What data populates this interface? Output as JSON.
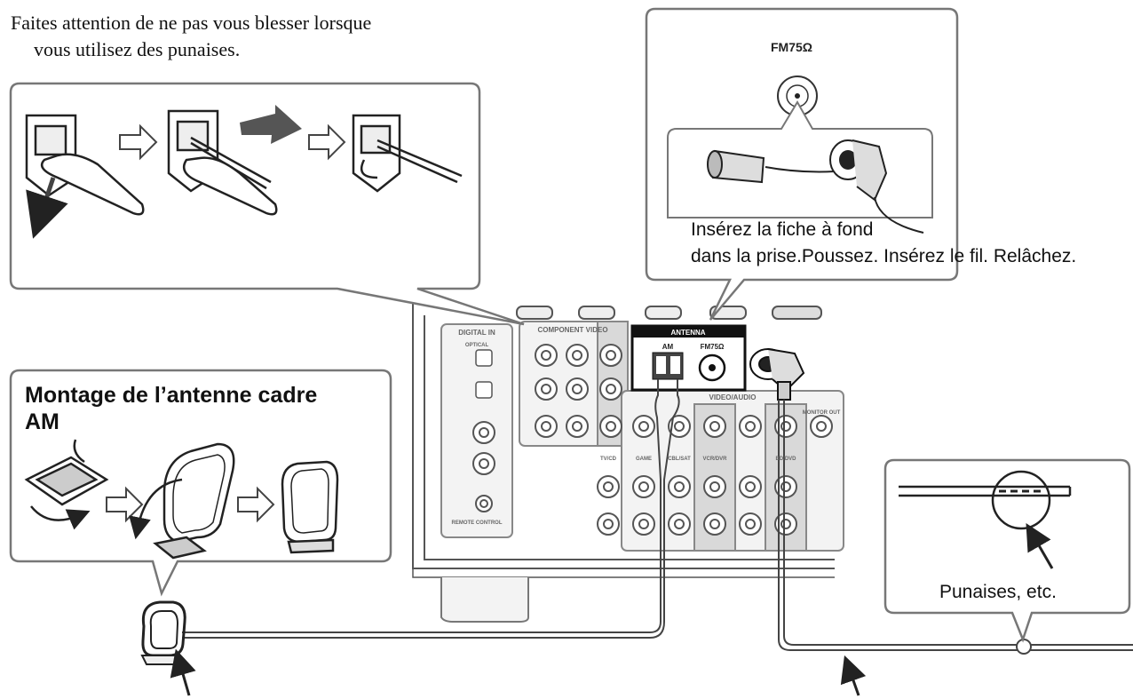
{
  "warning": {
    "line1": "Faites attention de ne pas vous blesser lorsque",
    "line2": "vous utilisez des punaises."
  },
  "fm_inset": {
    "jack_label": "FM75Ω",
    "caption_line1": "Insérez la fiche à fond",
    "caption_line2": "dans la prise.Poussez. Insérez le fil. Relâchez."
  },
  "am_inset": {
    "title_line1": "Montage de l’antenne cadre",
    "title_line2": "AM"
  },
  "thumbtack_inset": {
    "label": "Punaises, etc."
  },
  "rear_panel": {
    "antenna": "ANTENNA",
    "am": "AM",
    "fm": "FM75Ω",
    "digital_in": "DIGITAL IN",
    "optical": "OPTICAL",
    "component_video": "COMPONENT VIDEO",
    "video_audio": "VIDEO/AUDIO",
    "monitor_out": "MONITOR OUT",
    "tv_cd": "TV/CD",
    "game": "GAME",
    "cbl_sat": "CBL/SAT",
    "vcr_dvr": "VCR/DVR",
    "bd_dvd": "BD/DVD",
    "remote_control": "REMOTE CONTROL"
  }
}
